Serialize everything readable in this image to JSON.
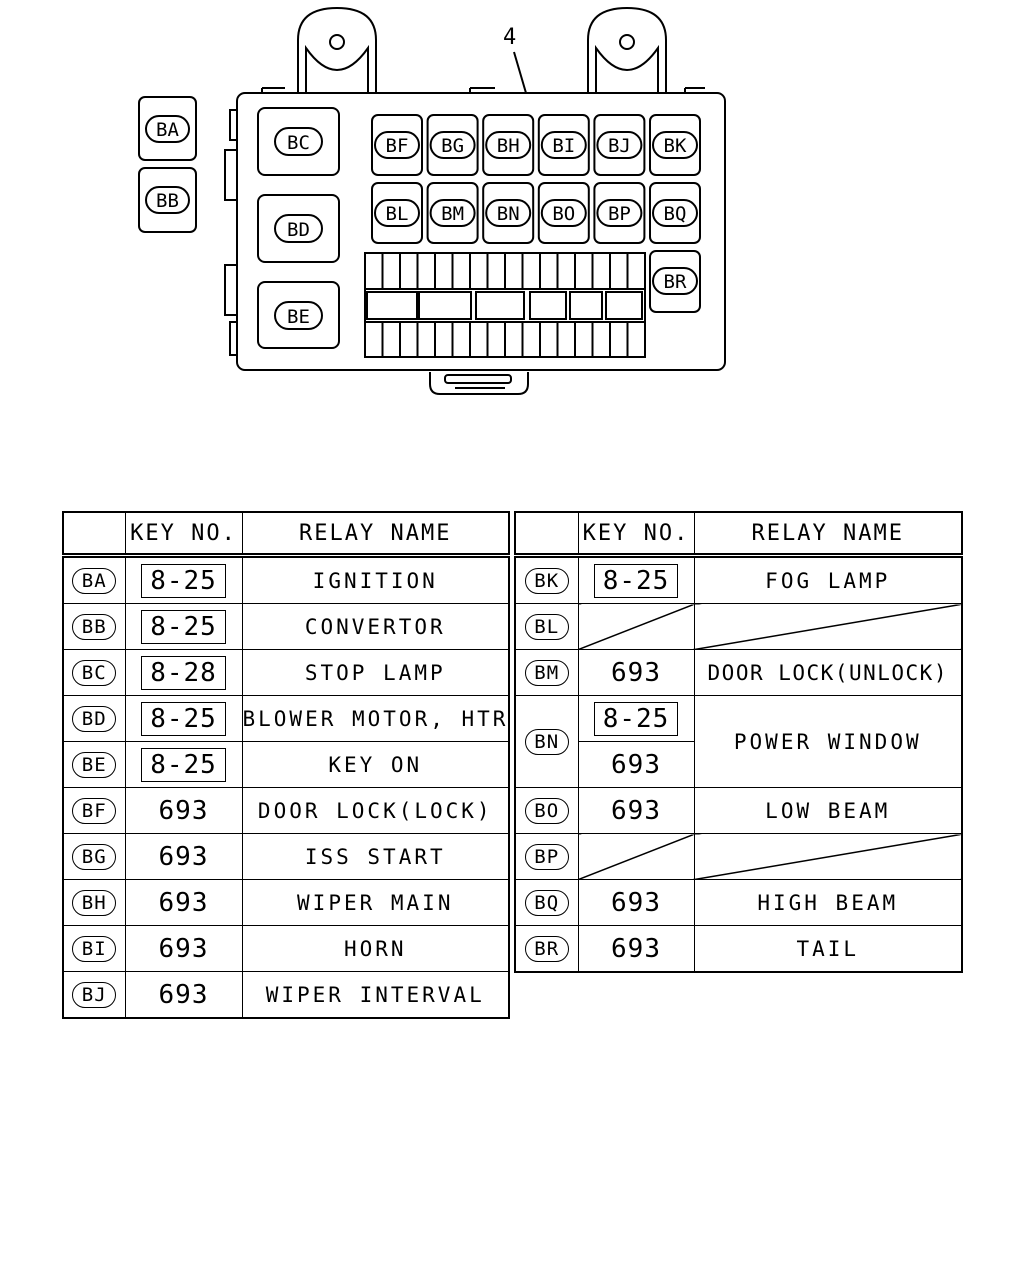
{
  "diagram": {
    "callout": "4",
    "external_relays": [
      "BA",
      "BB"
    ],
    "left_column_relays": [
      "BC",
      "BD",
      "BE"
    ],
    "grid_top_row": [
      "BF",
      "BG",
      "BH",
      "BI",
      "BJ",
      "BK"
    ],
    "grid_bottom_row": [
      "BL",
      "BM",
      "BN",
      "BO",
      "BP",
      "BQ"
    ],
    "side_relay": "BR"
  },
  "tables": {
    "headers": {
      "code": "",
      "key_no": "KEY NO.",
      "relay_name": "RELAY NAME"
    },
    "left": [
      {
        "code": "BA",
        "key_no": "8-25",
        "boxed": true,
        "relay_name": "IGNITION"
      },
      {
        "code": "BB",
        "key_no": "8-25",
        "boxed": true,
        "relay_name": "CONVERTOR"
      },
      {
        "code": "BC",
        "key_no": "8-28",
        "boxed": true,
        "relay_name": "STOP LAMP"
      },
      {
        "code": "BD",
        "key_no": "8-25",
        "boxed": true,
        "relay_name": "BLOWER MOTOR, HTR"
      },
      {
        "code": "BE",
        "key_no": "8-25",
        "boxed": true,
        "relay_name": "KEY ON"
      },
      {
        "code": "BF",
        "key_no": "693",
        "boxed": false,
        "relay_name": "DOOR LOCK(LOCK)"
      },
      {
        "code": "BG",
        "key_no": "693",
        "boxed": false,
        "relay_name": "ISS START"
      },
      {
        "code": "BH",
        "key_no": "693",
        "boxed": false,
        "relay_name": "WIPER MAIN"
      },
      {
        "code": "BI",
        "key_no": "693",
        "boxed": false,
        "relay_name": "HORN"
      },
      {
        "code": "BJ",
        "key_no": "693",
        "boxed": false,
        "relay_name": "WIPER INTERVAL"
      }
    ],
    "right": {
      "BK": {
        "code": "BK",
        "key_no": "8-25",
        "relay_name": "FOG LAMP"
      },
      "BL": {
        "code": "BL"
      },
      "BM": {
        "code": "BM",
        "key_no": "693",
        "relay_name": "DOOR LOCK(UNLOCK)"
      },
      "BN": {
        "code": "BN",
        "key_no_1": "8-25",
        "key_no_2": "693",
        "relay_name": "POWER WINDOW"
      },
      "BO": {
        "code": "BO",
        "key_no": "693",
        "relay_name": "LOW BEAM"
      },
      "BP": {
        "code": "BP"
      },
      "BQ": {
        "code": "BQ",
        "key_no": "693",
        "relay_name": "HIGH BEAM"
      },
      "BR": {
        "code": "BR",
        "key_no": "693",
        "relay_name": "TAIL"
      }
    }
  }
}
